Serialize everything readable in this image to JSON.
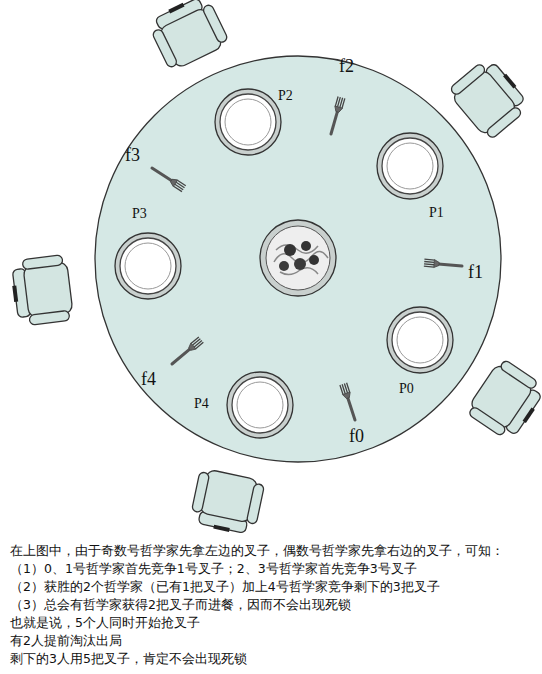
{
  "diagram": {
    "labels": [
      "f2",
      "P2",
      "f3",
      "P1",
      "P3",
      "f1",
      "f4",
      "P0",
      "P4",
      "f0",
      "在上图中，由于奇数号哲学家先拿左边的叉子，偶数号哲学家先拿右边的叉子，可知：",
      "（1）0、1号哲学家首先竞争1号叉子；2、3号哲学家首先竞争3号叉子",
      "（2）获胜的2个哲学家（已有1把叉子）加上4号哲学家竞争剩下的3把叉子",
      "（3）总会有哲学家获得2把叉子而进餐，因而不会出现死锁",
      "也就是说，5个人同时开始抢叉子",
      "有2人提前淘汰出局",
      "剩下的3人用5把叉子，肯定不会出现死锁"
    ]
  }
}
